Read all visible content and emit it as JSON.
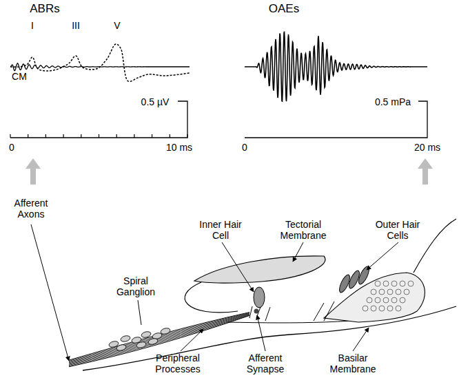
{
  "diagram": {
    "labels": [
      "ABRs",
      "I",
      "III",
      "V",
      "CM",
      "0.5 µV",
      "0",
      "10 ms",
      "OAEs",
      "0.5 mPa",
      "0",
      "20 ms",
      "Afferent Axons",
      "Inner Hair Cell",
      "Tectorial Membrane",
      "Outer Hair Cells",
      "Spiral Ganglion",
      "Peripheral Processes",
      "Afferent Synapse",
      "Basilar Membrane"
    ]
  }
}
